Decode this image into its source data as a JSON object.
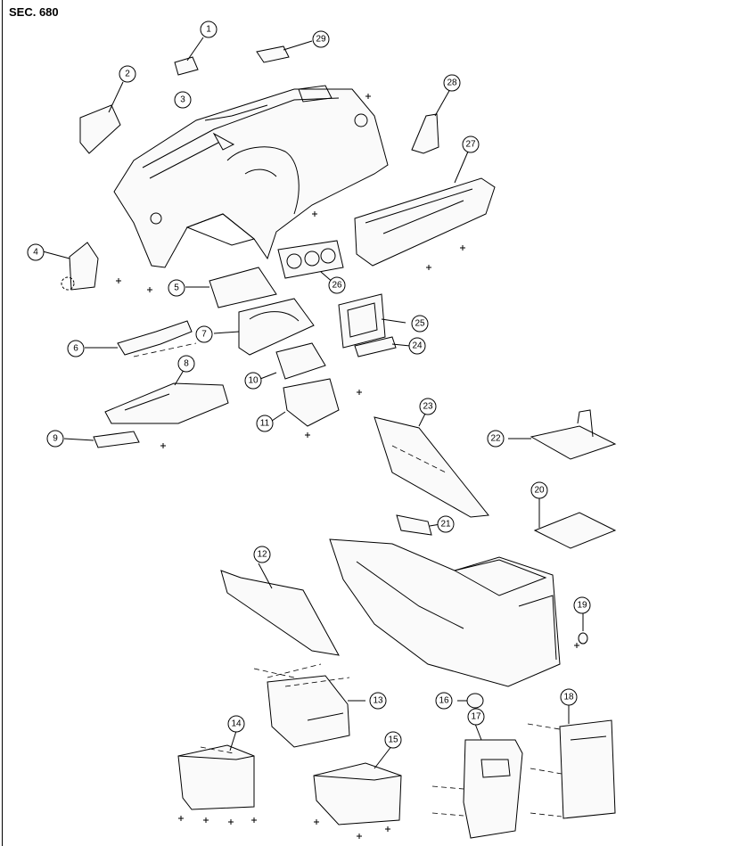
{
  "section_label": "SEC. 680",
  "callouts": [
    {
      "id": "c1",
      "label": "1"
    },
    {
      "id": "c2",
      "label": "2"
    },
    {
      "id": "c3",
      "label": "3"
    },
    {
      "id": "c4",
      "label": "4"
    },
    {
      "id": "c5",
      "label": "5"
    },
    {
      "id": "c6",
      "label": "6"
    },
    {
      "id": "c7",
      "label": "7"
    },
    {
      "id": "c8",
      "label": "8"
    },
    {
      "id": "c9",
      "label": "9"
    },
    {
      "id": "c10",
      "label": "10"
    },
    {
      "id": "c11",
      "label": "11"
    },
    {
      "id": "c12",
      "label": "12"
    },
    {
      "id": "c13",
      "label": "13"
    },
    {
      "id": "c14",
      "label": "14"
    },
    {
      "id": "c15",
      "label": "15"
    },
    {
      "id": "c16",
      "label": "16"
    },
    {
      "id": "c17",
      "label": "17"
    },
    {
      "id": "c18",
      "label": "18"
    },
    {
      "id": "c19",
      "label": "19"
    },
    {
      "id": "c20",
      "label": "20"
    },
    {
      "id": "c21",
      "label": "21"
    },
    {
      "id": "c22",
      "label": "22"
    },
    {
      "id": "c23",
      "label": "23"
    },
    {
      "id": "c24",
      "label": "24"
    },
    {
      "id": "c25",
      "label": "25"
    },
    {
      "id": "c26",
      "label": "26"
    },
    {
      "id": "c27",
      "label": "27"
    },
    {
      "id": "c28",
      "label": "28"
    },
    {
      "id": "c29",
      "label": "29"
    }
  ]
}
